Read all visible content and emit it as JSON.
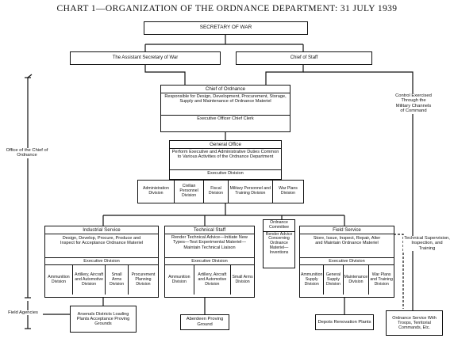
{
  "title": "CHART 1—ORGANIZATION OF THE ORDNANCE DEPARTMENT: 31 JULY 1939",
  "secretary_of_war": "SECRETARY OF WAR",
  "assistant_secretary": "The Assistant Secretary of War",
  "chief_of_staff": "Chief of Staff",
  "chief_of_ordnance": {
    "title": "Chief of Ordnance",
    "description": "Responsible for Design, Development, Procurement, Storage, Supply and Maintenance of Ordnance Materiel",
    "executive": "Executive Officer Chief Clerk"
  },
  "general_office": {
    "title": "General Office",
    "description": "Perform Executive and Administrative Duties Common to Various Activities of the Ordnance Department",
    "executive": "Executive Division",
    "divisions": [
      "Administration Division",
      "Civilian Personnel Division",
      "Fiscal Division",
      "Military Personnel and Training Division",
      "War Plans Division"
    ]
  },
  "industrial_service": {
    "title": "Industrial Service",
    "description": "Design, Develop, Procure, Produce and Inspect for Acceptance Ordnance Materiel",
    "executive": "Executive Division",
    "divisions": [
      "Ammunition Division",
      "Artillery, Aircraft and Automotive Division",
      "Small Arms Division",
      "Procurement Planning Division"
    ]
  },
  "technical_staff": {
    "title": "Technical Staff",
    "description": "Render Technical Advice—Initiate New Types—Test Experimental Materiel—Maintain Technical Liaison",
    "executive": "Executive Division",
    "divisions": [
      "Ammunition Division",
      "Artillery, Aircraft and Automotive Division",
      "Small Arms Division"
    ]
  },
  "ordnance_committee": {
    "title": "Ordnance Committee",
    "description": "Render Advice Concerning Ordnance Materiel—Inventions"
  },
  "field_service": {
    "title": "Field Service",
    "description": "Store, Issue, Inspect, Repair, Alter and Maintain Ordnance Materiel",
    "executive": "Executive Division",
    "divisions": [
      "Ammunition Supply Division",
      "General Supply Division",
      "Maintenance Division",
      "War Plans and Training Division"
    ]
  },
  "field_agencies_label": "Field Agencies",
  "office_label": "Office of the Chief of Ordnance",
  "control_label": "Control Exercised Through the Military Channels of Command",
  "technical_label": "Technical Supervision, Inspection, and Training",
  "arsenals": "Arsenals Districts Loading Plants Acceptance Proving Grounds",
  "aberdeen": "Aberdeen Proving Ground",
  "depots": "Depots Renovation Plants",
  "ordnance_service": "Ordnance Service With Troops, Territorial Commands, Etc."
}
